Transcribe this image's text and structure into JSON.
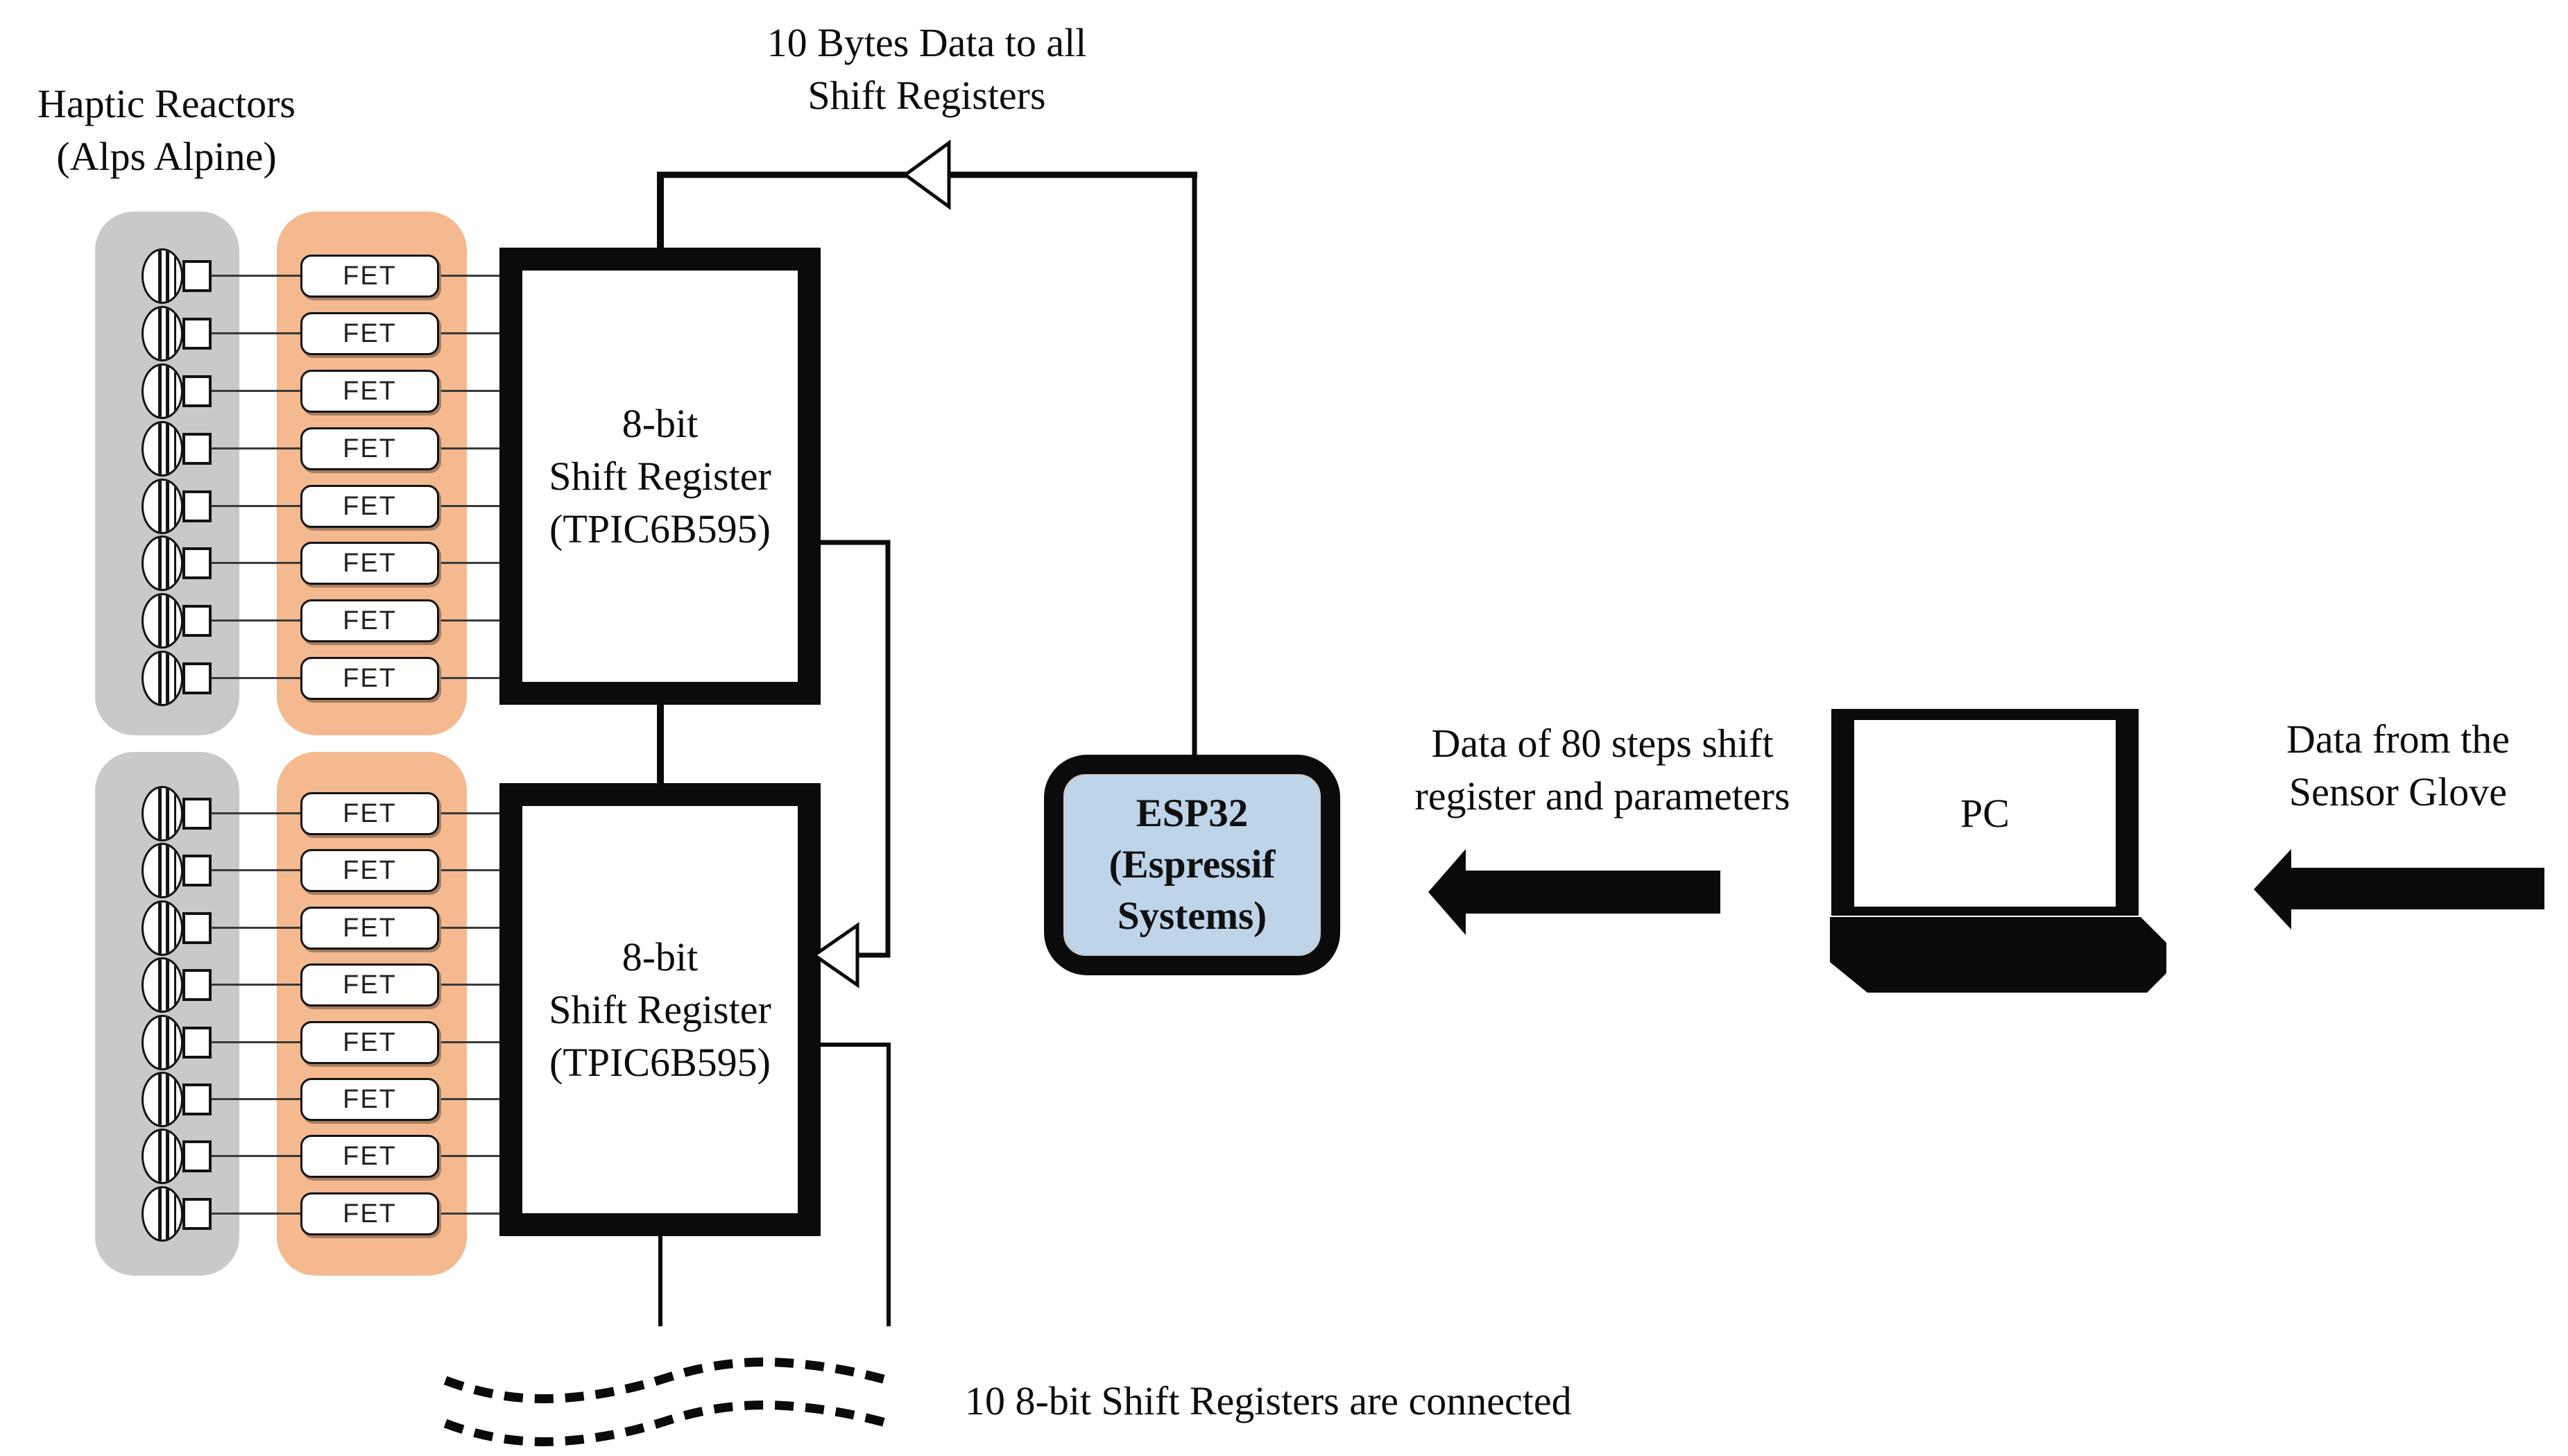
{
  "colors": {
    "gray_group": "#c9c9c9",
    "orange_group": "#f4b98f",
    "esp32_fill": "#bdd4e9",
    "ink": "#0a0a0a",
    "thin_wire": "#3a3a3a"
  },
  "haptic_label": {
    "line1": "Haptic Reactors",
    "line2": "(Alps Alpine)"
  },
  "bus_label": {
    "line1": "10 Bytes Data to all",
    "line2": "Shift Registers"
  },
  "fet": {
    "label": "FET"
  },
  "groups": {
    "count": 2,
    "reactors_per_group": 8
  },
  "registers": [
    {
      "line1": "8-bit",
      "line2": "Shift Register",
      "line3": "(TPIC6B595)"
    },
    {
      "line1": "8-bit",
      "line2": "Shift Register",
      "line3": "(TPIC6B595)"
    }
  ],
  "esp32": {
    "line1": "ESP32",
    "line2": "(Espressif",
    "line3": "Systems)"
  },
  "pc": {
    "label": "PC"
  },
  "arrow_labels": {
    "to_esp32": {
      "line1": "Data of 80 steps shift",
      "line2": "register and parameters"
    },
    "to_pc": {
      "line1": "Data from the",
      "line2": "Sensor Glove"
    }
  },
  "footer_note": "10 8-bit Shift Registers are connected"
}
